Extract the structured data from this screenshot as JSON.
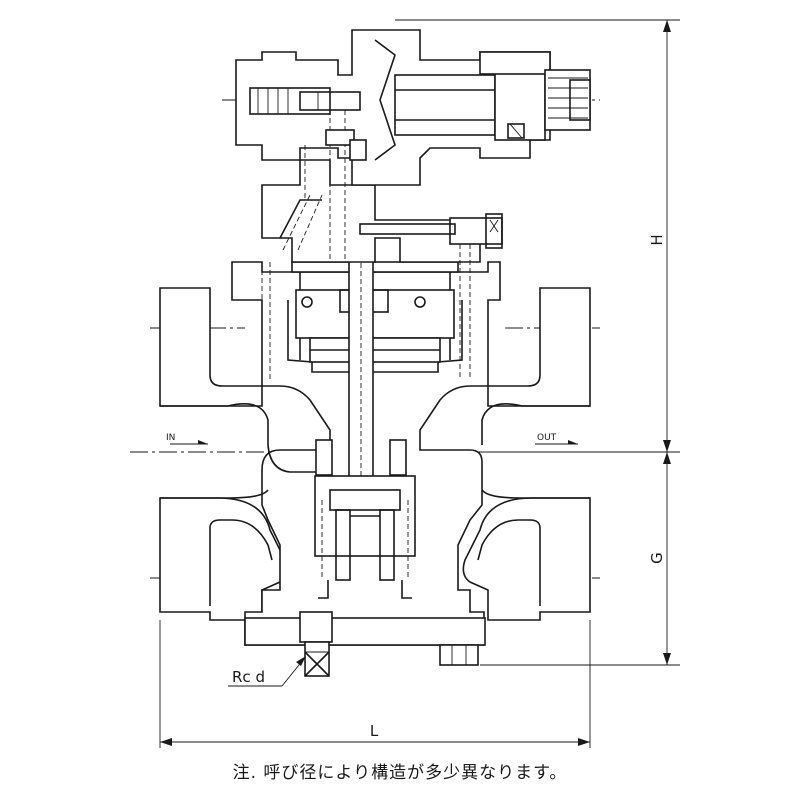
{
  "labels": {
    "inlet": "IN",
    "outlet": "OUT",
    "dim_height_top": "H",
    "dim_height_bottom": "G",
    "dim_length": "L",
    "port": "Rc d"
  },
  "note": "注. 呼び径により構造が多少異なります。"
}
